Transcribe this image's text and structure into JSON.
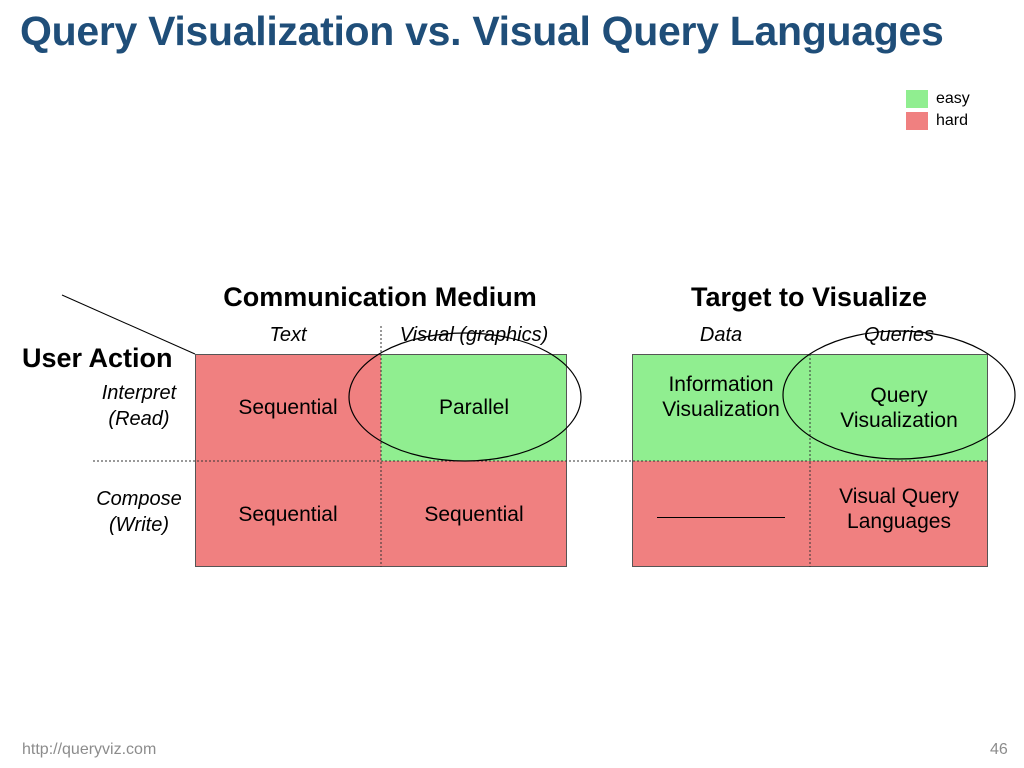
{
  "title": "Query Visualization vs. Visual Query Languages",
  "legend": [
    {
      "label": "easy",
      "color": "#90ee90"
    },
    {
      "label": "hard",
      "color": "#f08080"
    }
  ],
  "user_action": "User Action",
  "rows": [
    {
      "line1": "Interpret",
      "line2": "(Read)"
    },
    {
      "line1": "Compose",
      "line2": "(Write)"
    }
  ],
  "left_table": {
    "heading": "Communication Medium",
    "columns": [
      "Text",
      "Visual (graphics)"
    ],
    "cells": [
      [
        {
          "text": "Sequential",
          "level": "hard"
        },
        {
          "text": "Parallel",
          "level": "easy"
        }
      ],
      [
        {
          "text": "Sequential",
          "level": "hard"
        },
        {
          "text": "Sequential",
          "level": "hard"
        }
      ]
    ]
  },
  "right_table": {
    "heading": "Target to Visualize",
    "columns": [
      "Data",
      "Queries"
    ],
    "cells": [
      [
        {
          "line1": "Information",
          "line2": "Visualization",
          "level": "easy"
        },
        {
          "line1": "Query",
          "line2": "Visualization",
          "level": "easy"
        }
      ],
      [
        {
          "text": "",
          "level": "hard"
        },
        {
          "line1": "Visual Query",
          "line2": "Languages",
          "level": "hard"
        }
      ]
    ]
  },
  "footer": {
    "url": "http://queryviz.com",
    "page_number": "46"
  }
}
